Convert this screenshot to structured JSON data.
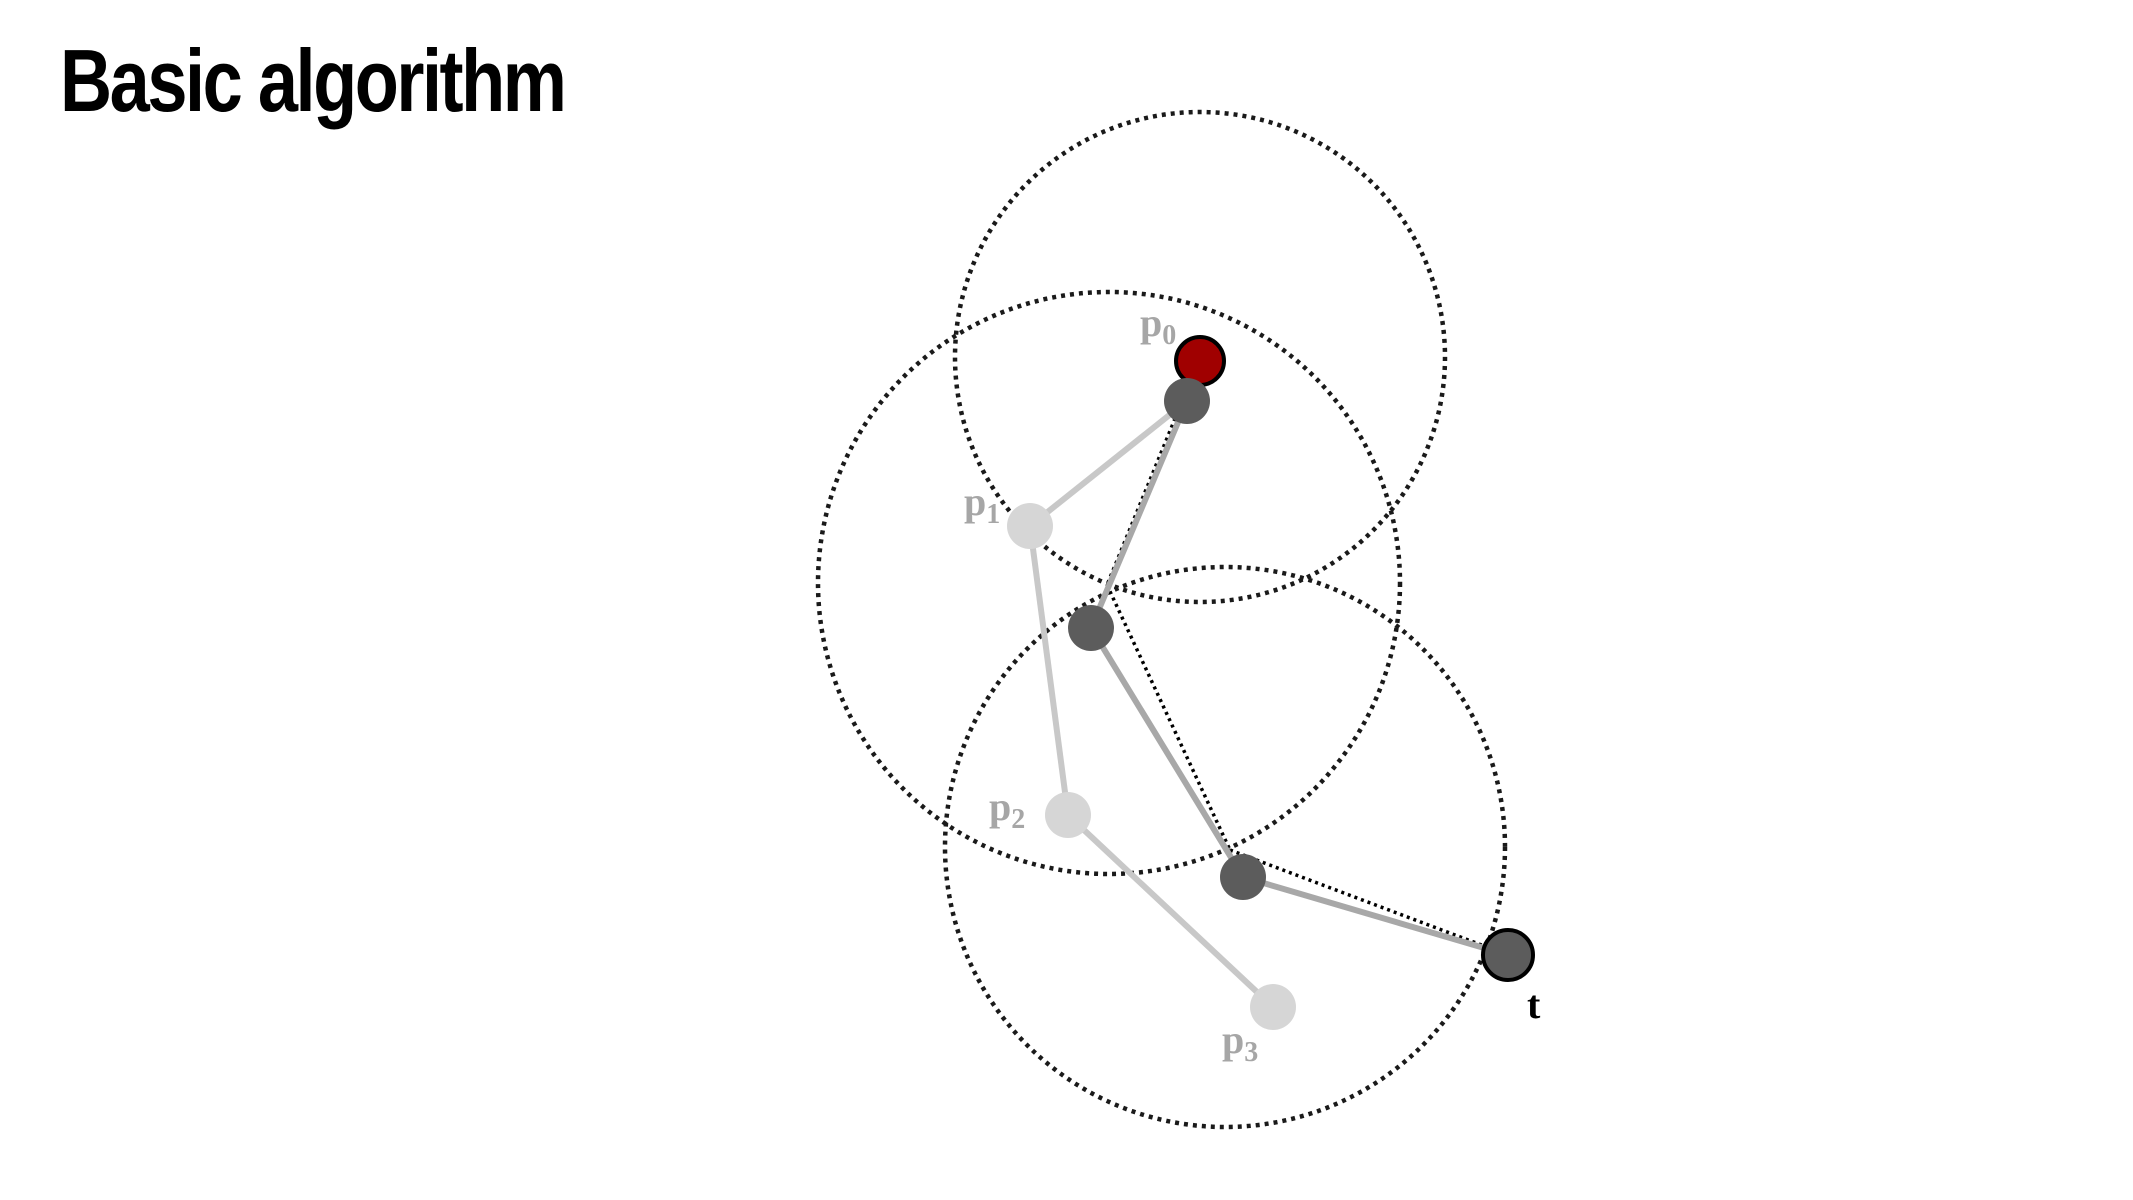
{
  "title": "Basic algorithm",
  "colors": {
    "target_effector": "#a00000",
    "current_joint": "#5c5c5c",
    "original_joint": "#d6d6d6",
    "original_bone": "#c8c8c8",
    "current_bone": "#a8a8a8",
    "reach_circle": "#1a1a1a",
    "original_label": "#a6a6a6",
    "target_label": "#000000"
  },
  "labels": {
    "p0": {
      "base": "p",
      "sub": "0"
    },
    "p1": {
      "base": "p",
      "sub": "1"
    },
    "p2": {
      "base": "p",
      "sub": "2"
    },
    "p3": {
      "base": "p",
      "sub": "3"
    },
    "target": "t"
  }
}
